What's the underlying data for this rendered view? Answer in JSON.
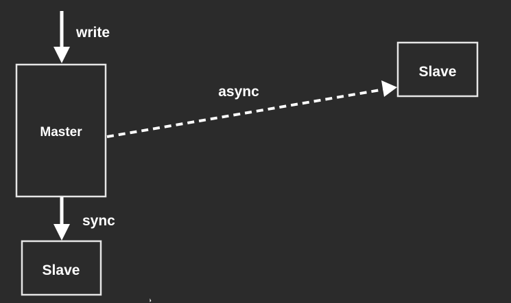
{
  "diagram": {
    "colors": {
      "background": "#2b2b2b",
      "foreground": "#ffffff",
      "box_border": "#e6e6e6"
    },
    "nodes": {
      "master": {
        "label": "Master"
      },
      "slave_sync": {
        "label": "Slave"
      },
      "slave_async": {
        "label": "Slave"
      }
    },
    "edges": {
      "write": {
        "label": "write"
      },
      "sync": {
        "label": "sync"
      },
      "async": {
        "label": "async"
      }
    }
  }
}
